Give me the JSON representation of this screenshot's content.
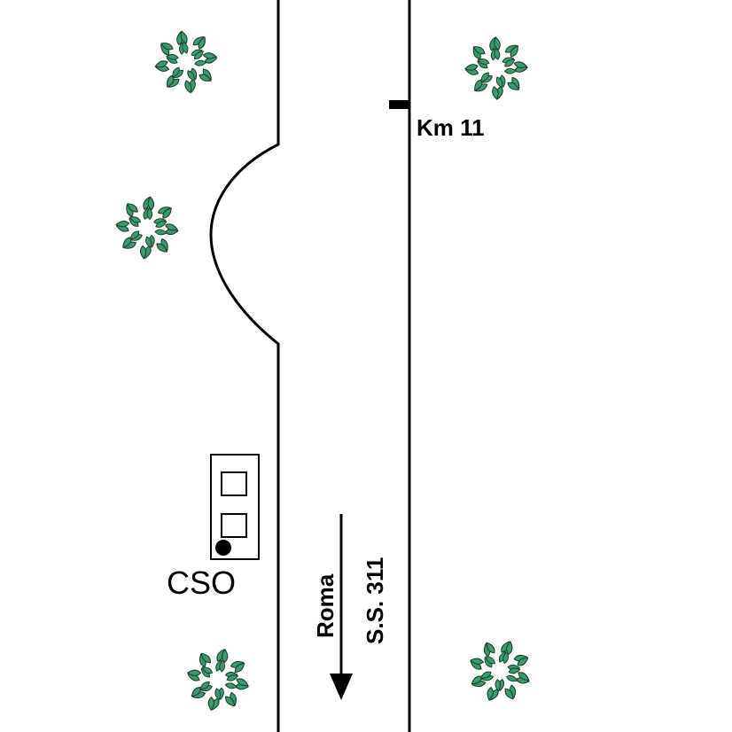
{
  "labels": {
    "km_marker": "Km 11",
    "station": "CSO",
    "direction": "Roma",
    "road": "S.S. 311"
  },
  "colors": {
    "line": "#000000",
    "tree_fill": "#3a9a6c",
    "tree_stroke": "#1f3b2c",
    "background": "#ffffff"
  },
  "icons": {
    "tree": "tree-icon",
    "station": "station-building-icon",
    "arrow": "arrow-down-icon",
    "marker": "km-marker-icon"
  }
}
